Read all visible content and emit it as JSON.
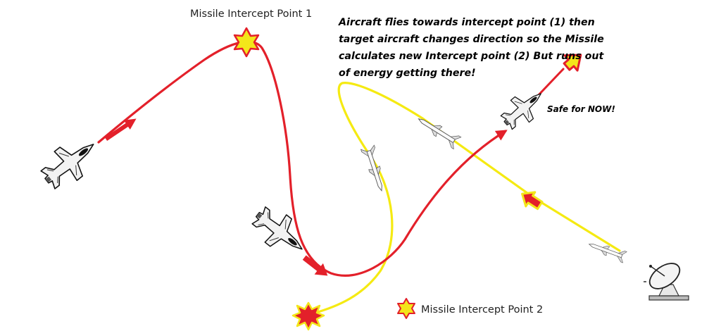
{
  "labels": {
    "intercept_1": "Missile Intercept Point 1",
    "intercept_2": "Missile Intercept Point 2",
    "safe": "Safe for NOW!"
  },
  "annotation": {
    "lines": [
      "Aircraft flies towards intercept point (1) then",
      "target aircraft changes direction so the Missile",
      "calculates new Intercept point (2) But runs out",
      "of energy getting there!"
    ]
  },
  "colors": {
    "aircraft_path": "#e3202a",
    "missile_path": "#f5ea12",
    "star_fill": "#f3e61a",
    "star_stroke": "#e3202a",
    "burst_fill": "#e3202a",
    "burst_stroke": "#f3e61a"
  },
  "icons": [
    "fighter-jet-icon",
    "missile-icon",
    "radar-dish-icon",
    "star-burst-icon",
    "explosion-icon"
  ]
}
